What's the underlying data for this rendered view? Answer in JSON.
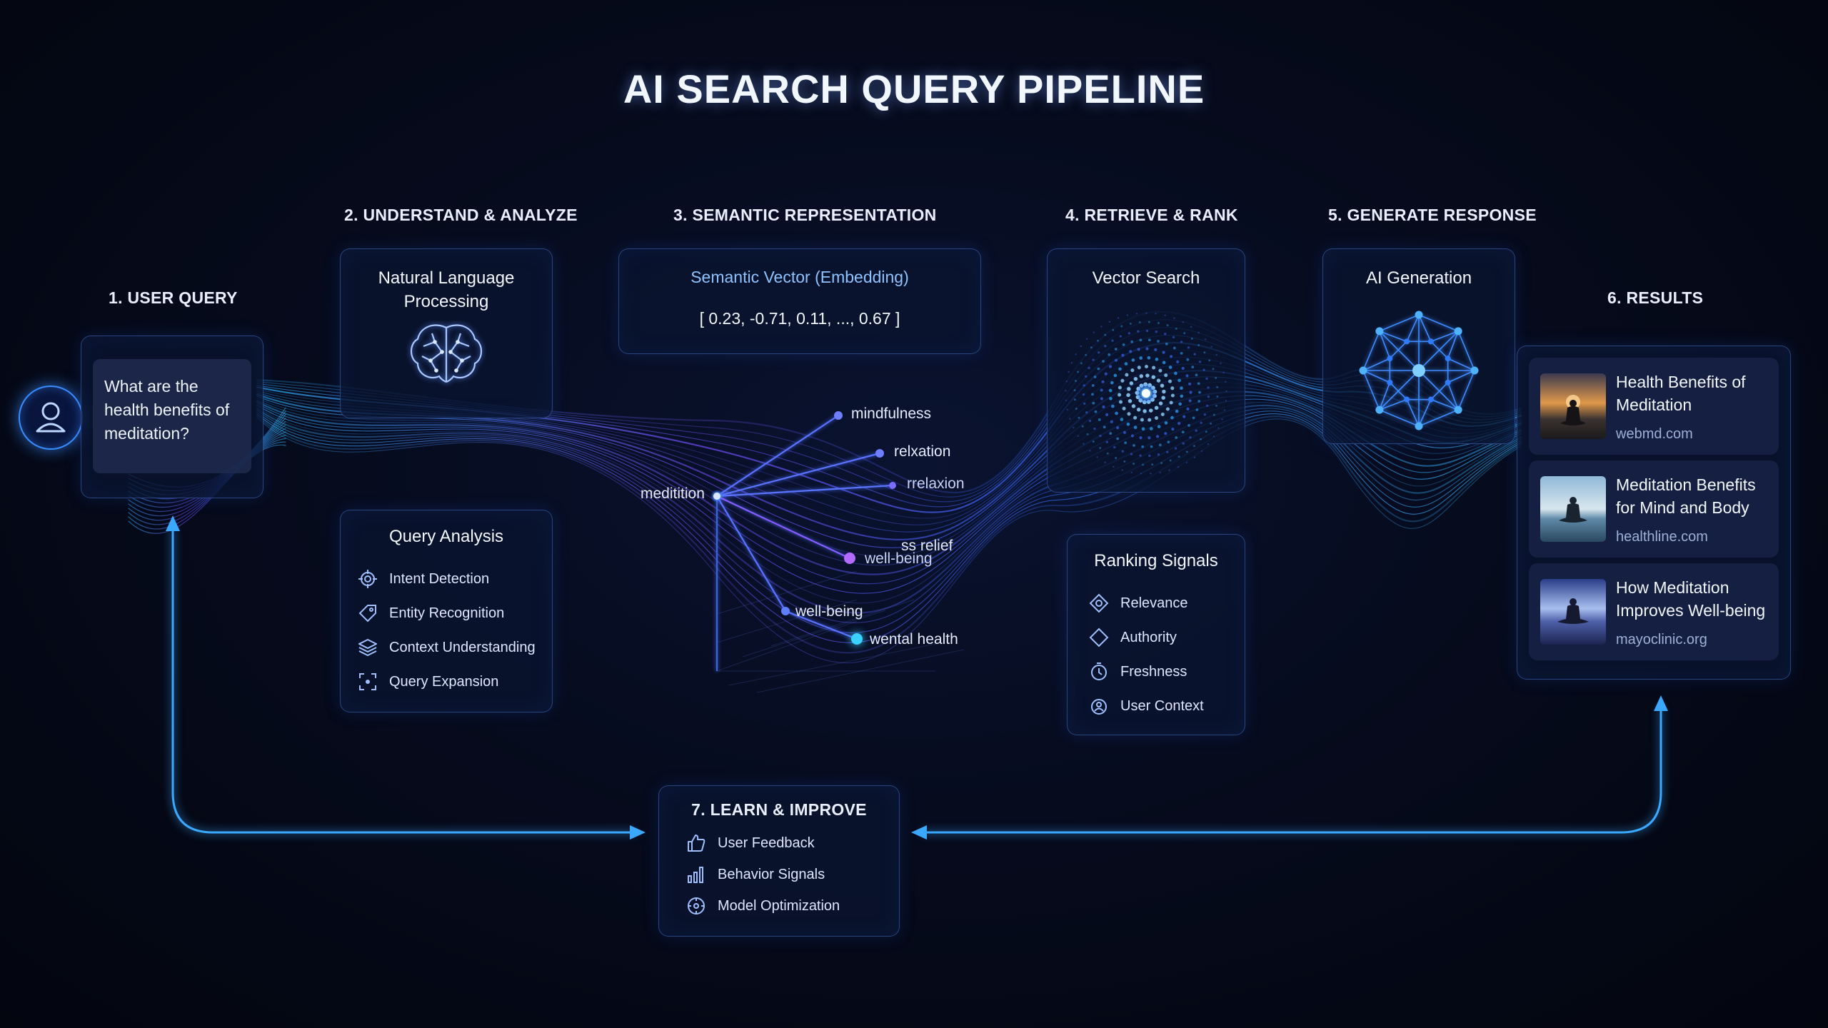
{
  "title": "AI SEARCH QUERY PIPELINE",
  "steps": {
    "user_query": "1. USER QUERY",
    "understand": "2. UNDERSTAND & ANALYZE",
    "semantic": "3. SEMANTIC REPRESENTATION",
    "retrieve": "4. RETRIEVE & RANK",
    "generate": "5. GENERATE RESPONSE",
    "results": "6. RESULTS",
    "learn": "7. LEARN & IMPROVE"
  },
  "user_query": {
    "icon": "user-icon",
    "text": "What are the health benefits of meditation?"
  },
  "nlp": {
    "title": "Natural Language Processing",
    "icon": "brain-icon"
  },
  "query_analysis": {
    "title": "Query Analysis",
    "items": [
      {
        "label": "Intent Detection",
        "icon": "target-icon"
      },
      {
        "label": "Entity Recognition",
        "icon": "tag-icon"
      },
      {
        "label": "Context Understanding",
        "icon": "layers-icon"
      },
      {
        "label": "Query Expansion",
        "icon": "expand-icon"
      }
    ]
  },
  "semantic": {
    "title": "Semantic Vector (Embedding)",
    "vector": "[ 0.23, -0.71, 0.11, ..., 0.67 ]",
    "center_word": "meditition",
    "words": [
      "mindfulness",
      "relxation",
      "rrelaxion",
      "ss relief",
      "well-being",
      "well-being",
      "wental health"
    ]
  },
  "vector_search": {
    "title": "Vector Search",
    "icon": "sphere-icon"
  },
  "ranking": {
    "title": "Ranking Signals",
    "items": [
      {
        "label": "Relevance",
        "icon": "relevance-icon"
      },
      {
        "label": "Authority",
        "icon": "authority-icon"
      },
      {
        "label": "Freshness",
        "icon": "clock-icon"
      },
      {
        "label": "User Context",
        "icon": "user-context-icon"
      }
    ]
  },
  "ai_generation": {
    "title": "AI Generation",
    "icon": "network-icon"
  },
  "results": [
    {
      "title": "Health Benefits of Meditation",
      "source": "webmd.com"
    },
    {
      "title": "Meditation Benefits for Mind and Body",
      "source": "healthline.com"
    },
    {
      "title": "How Meditation Improves Well-being",
      "source": "mayoclinic.org"
    }
  ],
  "learn": {
    "items": [
      {
        "label": "User Feedback",
        "icon": "thumbs-up-icon"
      },
      {
        "label": "Behavior Signals",
        "icon": "bar-chart-icon"
      },
      {
        "label": "Model Optimization",
        "icon": "gear-icon"
      }
    ]
  },
  "colors": {
    "accent": "#3aa8ff",
    "purple": "#8a5cff",
    "card_border": "#4f7fe6"
  }
}
